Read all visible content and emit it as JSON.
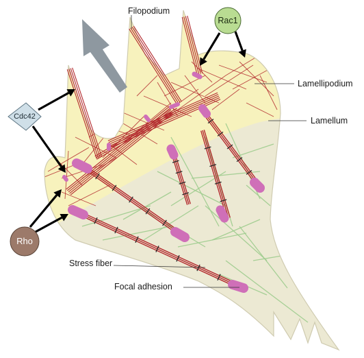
{
  "labels": {
    "filopodium": "Filopodium",
    "lamellipodium": "Lamellipodium",
    "lamellum": "Lamellum",
    "stress_fiber": "Stress fiber",
    "focal_adhesion": "Focal adhesion"
  },
  "regulators": {
    "rac1": "Rac1",
    "cdc42": "Cdc42",
    "rho": "Rho"
  },
  "colors": {
    "cell_body": "#ece9d3",
    "lamellipodium": "#f7f2bd",
    "actin": "#b32a2e",
    "focal_adhesion": "#cf6fb8",
    "microtubule": "#9fcc8e",
    "rac1_fill": "#b9dc92",
    "cdc42_fill": "#cfdfe8",
    "rho_fill": "#9c7a6a",
    "migration_arrow": "#8e98a0"
  }
}
